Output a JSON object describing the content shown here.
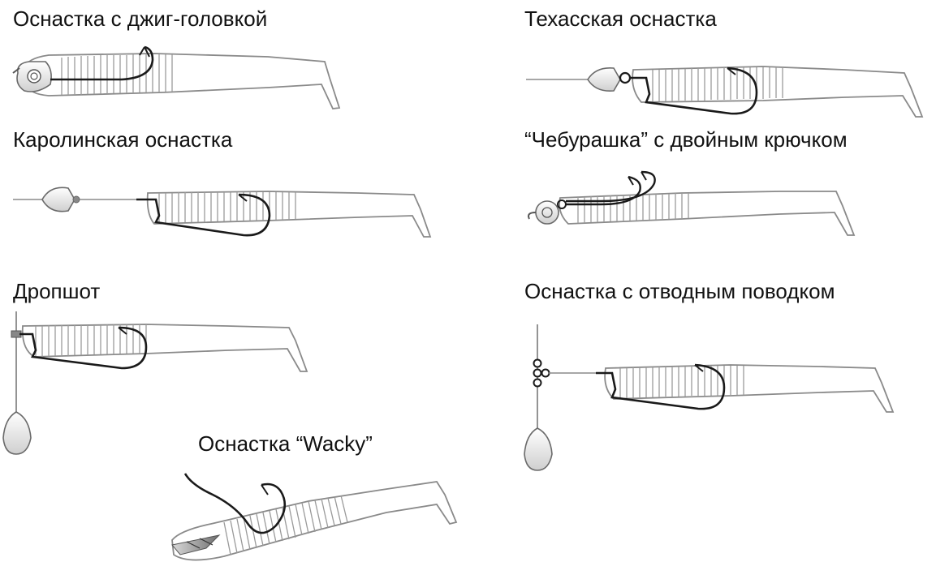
{
  "rigs": [
    {
      "id": "jig",
      "title": "Оснастка с джиг-головкой"
    },
    {
      "id": "carolina",
      "title": "Каролинская оснастка"
    },
    {
      "id": "dropshot",
      "title": "Дропшот"
    },
    {
      "id": "wacky",
      "title": "Оснастка “Wacky”"
    },
    {
      "id": "texas",
      "title": "Техасская оснастка"
    },
    {
      "id": "cheburashka",
      "title": "“Чебурашка” с двойным крючком"
    },
    {
      "id": "leader",
      "title": "Оснастка с отводным поводком"
    }
  ],
  "colors": {
    "outline": "#8a8a8a",
    "hook": "#1a1a1a",
    "line": "#7a7a7a",
    "background": "#ffffff"
  }
}
